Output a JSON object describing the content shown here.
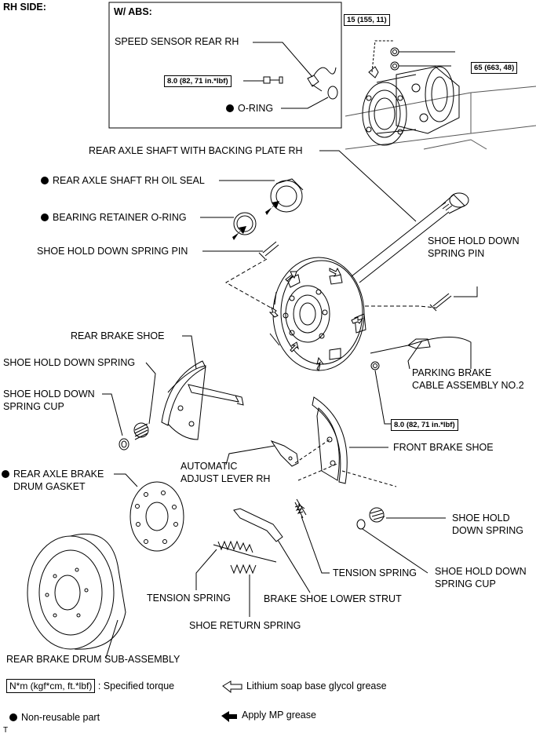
{
  "header": {
    "side": "RH SIDE:",
    "abs_title": "W/ ABS:"
  },
  "labels": {
    "speed_sensor": "SPEED SENSOR REAR RH",
    "o_ring": "O-RING",
    "axle_shaft": "REAR AXLE SHAFT WITH BACKING PLATE RH",
    "oil_seal": "REAR AXLE SHAFT RH OIL SEAL",
    "retainer_oring": "BEARING RETAINER O-RING",
    "pin_left": "SHOE HOLD DOWN SPRING PIN",
    "pin_right_1": "SHOE HOLD DOWN",
    "pin_right_2": "SPRING PIN",
    "rear_shoe": "REAR BRAKE SHOE",
    "hold_spring_left": "SHOE HOLD DOWN SPRING",
    "cup_left_1": "SHOE HOLD DOWN",
    "cup_left_2": "SPRING CUP",
    "parking_cable_1": "PARKING BRAKE",
    "parking_cable_2": "CABLE ASSEMBLY NO.2",
    "front_shoe": "FRONT BRAKE SHOE",
    "adjust_lever_1": "AUTOMATIC",
    "adjust_lever_2": "ADJUST LEVER RH",
    "drum_gasket_1": "REAR AXLE BRAKE",
    "drum_gasket_2": "DRUM GASKET",
    "hold_spring_right_1": "SHOE HOLD",
    "hold_spring_right_2": "DOWN SPRING",
    "tension_spring_right": "TENSION SPRING",
    "cup_right_1": "SHOE HOLD DOWN",
    "cup_right_2": "SPRING CUP",
    "tension_spring_left": "TENSION SPRING",
    "lower_strut": "BRAKE SHOE LOWER STRUT",
    "return_spring": "SHOE RETURN SPRING",
    "drum": "REAR BRAKE DRUM SUB-ASSEMBLY"
  },
  "torques": {
    "nut_15": "15 (155, 11)",
    "nut_65": "65 (663, 48)",
    "sensor_bolt": "8.0 (82, 71 in.*lbf)",
    "cable_bolt": "8.0 (82, 71 in.*lbf)"
  },
  "legend": {
    "torque_box": "N*m (kgf*cm, ft.*lbf)",
    "torque_text": ": Specified torque",
    "grease_lithium": "Lithium soap base glycol grease",
    "non_reusable": "Non-reusable part",
    "grease_mp": "Apply MP grease"
  },
  "footer": {
    "code": "T"
  }
}
